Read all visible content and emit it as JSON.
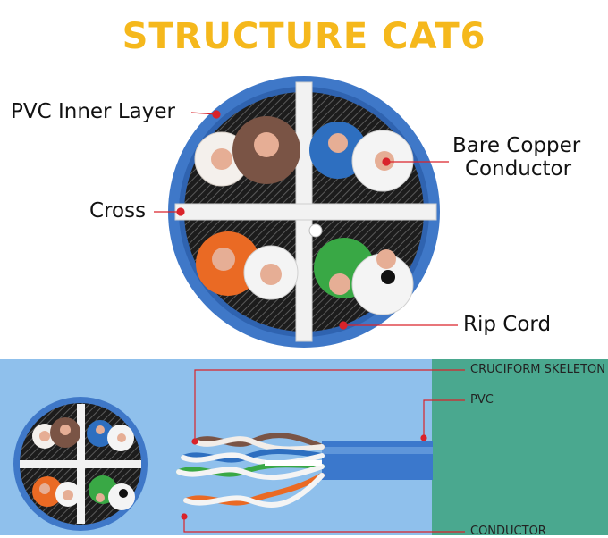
{
  "title": "STRUCTURE CAT6",
  "top_labels": {
    "pvc_inner_layer": "PVC Inner Layer",
    "bare_copper_line1": "Bare Copper",
    "bare_copper_line2": "Conductor",
    "cross": "Cross",
    "rip_cord": "Rip Cord"
  },
  "bottom_labels": {
    "cruciform": "CRUCIFORM SKELETON",
    "pvc": "PVC",
    "conductor": "CONDUCTOR"
  },
  "colors": {
    "title": "#f5b81c",
    "jacket_blue": "#3f78c8",
    "leader": "#d9232a",
    "bottom_bg": "#8fc0ec",
    "bottom_right_panel": "#4aa88f",
    "pair_brown": "#7a5445",
    "pair_blue": "#2e6fc0",
    "pair_orange": "#ea6a24",
    "pair_green": "#39a845",
    "copper": "#e6ae95"
  }
}
